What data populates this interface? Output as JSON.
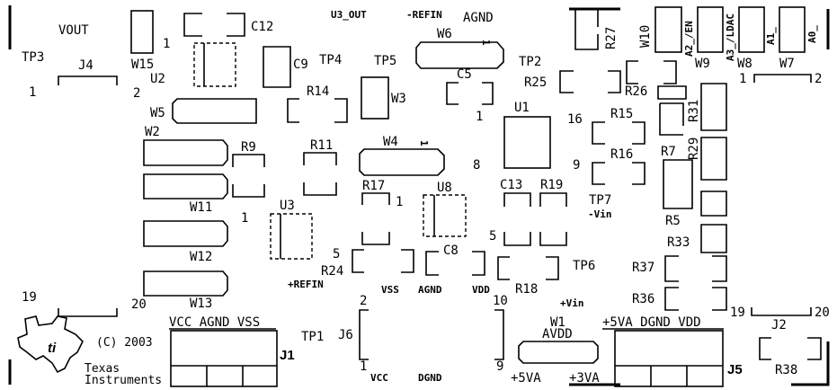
{
  "labels": {
    "vout": "VOUT",
    "tp3": "TP3",
    "j4": "J4",
    "w15": "W15",
    "c12": "C12",
    "u3_out": "U3_OUT",
    "refin_top": "-REFIN",
    "agnd_top": "AGND",
    "w6": "W6",
    "r27": "R27",
    "w10": "W10",
    "a2_en": "A2_/EN",
    "a3_ldac": "A3_/LDAC",
    "a1": "A1_",
    "a0": "A0_",
    "w9": "W9",
    "w8": "W8",
    "w7": "W7",
    "c9": "C9",
    "tp4": "TP4",
    "tp5": "TP5",
    "u2": "U2",
    "tp2": "TP2",
    "c5": "C5",
    "r25": "R25",
    "r26": "R26",
    "r31": "R31",
    "r14": "R14",
    "w3": "W3",
    "w5": "W5",
    "u1": "U1",
    "r15": "R15",
    "w2": "W2",
    "r9": "R9",
    "r11": "R11",
    "w4": "W4",
    "r29": "R29",
    "r7": "R7",
    "r16": "R16",
    "r17": "R17",
    "u8": "U8",
    "c13": "C13",
    "r19": "R19",
    "w11": "W11",
    "tp7": "TP7",
    "vin_neg": "-Vin",
    "u3": "U3",
    "r5": "R5",
    "r33": "R33",
    "w12": "W12",
    "c8": "C8",
    "tp6": "TP6",
    "r37": "R37",
    "r24": "R24",
    "r18": "R18",
    "refin_plus": "+REFIN",
    "vss_small": "VSS",
    "agnd_small": "AGND",
    "vdd_small": "VDD",
    "vin_plus": "+Vin",
    "r36": "R36",
    "w13": "W13",
    "j2": "J2",
    "j1_header": "VCC AGND VSS",
    "tp1": "TP1",
    "j6": "J6",
    "w1": "W1",
    "avdd": "AVDD",
    "j5_header": "+5VA DGND VDD",
    "copyright": "(C) 2003",
    "j1": "J1",
    "texas": "Texas",
    "instruments": "Instruments",
    "vcc_small": "VCC",
    "dgnd_small": "DGND",
    "plus5va": "+5VA",
    "plus3va": "+3VA",
    "j5": "J5",
    "r38": "R38",
    "ti_mark": "ti"
  },
  "pins": {
    "u2_1": "1",
    "u2_2": "2",
    "c5_1": "1",
    "j4_1": "1",
    "j4_19": "19",
    "j4_20": "20",
    "j2_1": "1",
    "j2_2": "2",
    "j2_19": "19",
    "j2_20": "20",
    "u1_16": "16",
    "u1_9": "9",
    "u1_8": "8",
    "u8_1": "1",
    "u8_5": "5",
    "u3_1": "1",
    "u3_5": "5",
    "j6_2": "2",
    "j6_1": "1",
    "j6_10": "10",
    "j6_9": "9",
    "w6_1": "1",
    "w4_1": "1"
  }
}
